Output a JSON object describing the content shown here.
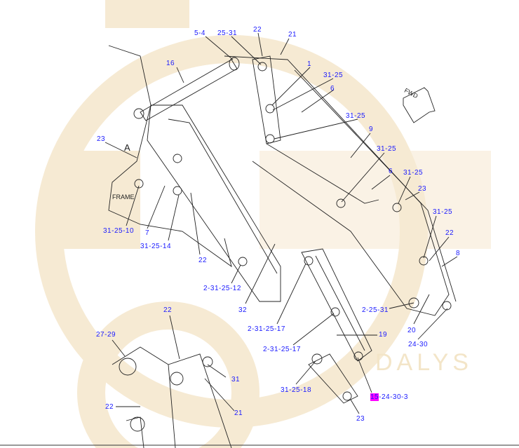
{
  "watermark": {
    "text": "DALYS",
    "color": "#f3e5c8"
  },
  "colors": {
    "callout": "#1a1aff",
    "highlight": "#ff00ff",
    "lines": "#222222"
  },
  "view_label": "A",
  "frame_label": "FRAME",
  "fwd_label": "FWD",
  "callouts": [
    "5-4",
    "25-31",
    "22",
    "21",
    "1",
    "16",
    "31-25",
    "6",
    "31-25",
    "9",
    "31-25",
    "6",
    "31-25",
    "23",
    "31-25",
    "22",
    "8",
    "23",
    "31-25-10",
    "7",
    "31-25-14",
    "22",
    "2-31-25-12",
    "32",
    "2-31-25-17",
    "2-31-25-17",
    "19",
    "2-25-31",
    "20",
    "24-30",
    "22",
    "27-29",
    "31",
    "21",
    "22",
    "31-25-18",
    "23"
  ],
  "highlighted_callout": {
    "highlight": "15",
    "rest": "-24-30-3"
  }
}
